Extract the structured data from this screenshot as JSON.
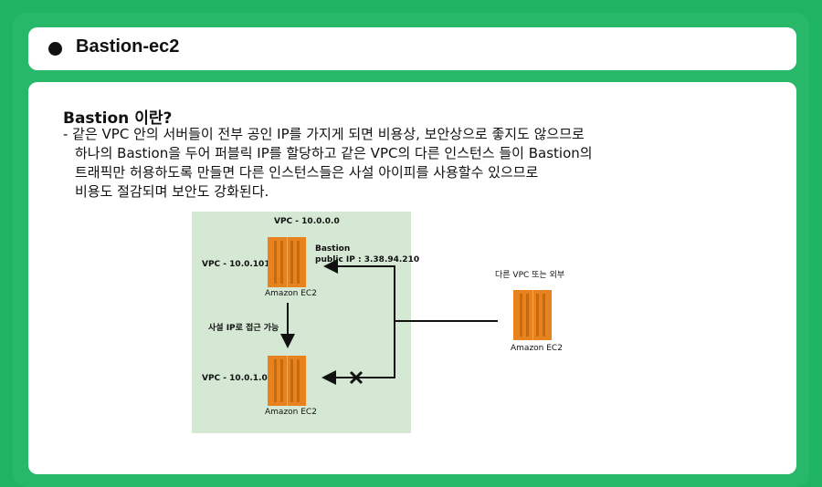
{
  "title": "Bastion-ec2",
  "heading": "Bastion 이란?",
  "description_lines": [
    "- 같은 VPC 안의 서버들이 전부 공인 IP를 가지게 되면 비용상, 보안상으로 좋지도 않으므로",
    "하나의 Bastion을 두어 퍼블릭 IP를 할당하고 같은 VPC의 다른 인스턴스 들이 Bastion의",
    "트래픽만 허용하도록 만들면 다른 인스턴스들은 사설 아이피를 사용할수 있으므로",
    "비용도 절감되며 보안도 강화된다."
  ],
  "diagram": {
    "vpc_label": "VPC - 10.0.0.0",
    "subnet_public_label": "VPC - 10.0.101.0",
    "bastion_name": "Bastion",
    "bastion_ip": "public IP : 3.38.94.210",
    "bastion_caption": "Amazon EC2",
    "private_access_label": "사설 IP로 접근 가능",
    "subnet_private_label": "VPC - 10.0.1.0",
    "private_caption": "Amazon EC2",
    "external_label": "다른 VPC 또는 외부",
    "external_caption": "Amazon EC2",
    "colors": {
      "vpc_background": "#d5e8d4",
      "ec2_orange": "#e8821e",
      "ec2_dark": "#c66a10"
    }
  },
  "colors": {
    "background": "#1fb364",
    "panel": "#ffffff"
  }
}
